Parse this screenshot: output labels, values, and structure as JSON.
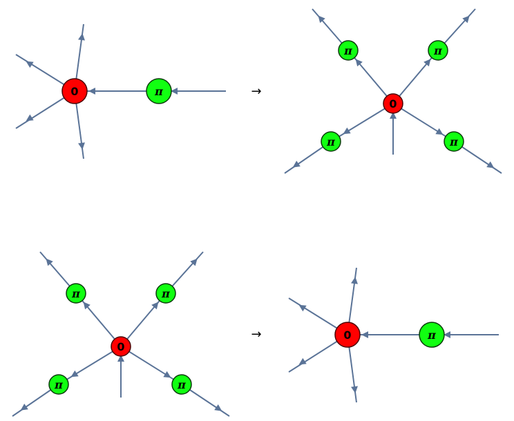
{
  "rules": [
    {
      "lhs": {
        "nodes": [
          {
            "id": "z",
            "type": "red",
            "label": "0"
          },
          {
            "id": "p",
            "type": "green",
            "label": "π"
          }
        ]
      },
      "arrow": "→",
      "rhs": {
        "nodes": [
          {
            "id": "z",
            "type": "red",
            "label": "0"
          },
          {
            "id": "a",
            "type": "green",
            "label": "π"
          },
          {
            "id": "b",
            "type": "green",
            "label": "π"
          },
          {
            "id": "c",
            "type": "green",
            "label": "π"
          },
          {
            "id": "d",
            "type": "green",
            "label": "π"
          }
        ]
      }
    },
    {
      "lhs": {
        "nodes": [
          {
            "id": "z",
            "type": "red",
            "label": "0"
          },
          {
            "id": "a",
            "type": "green",
            "label": "π"
          },
          {
            "id": "b",
            "type": "green",
            "label": "π"
          },
          {
            "id": "c",
            "type": "green",
            "label": "π"
          },
          {
            "id": "d",
            "type": "green",
            "label": "π"
          }
        ]
      },
      "arrow": "→",
      "rhs": {
        "nodes": [
          {
            "id": "z",
            "type": "red",
            "label": "0"
          },
          {
            "id": "p",
            "type": "green",
            "label": "π"
          }
        ]
      }
    }
  ]
}
